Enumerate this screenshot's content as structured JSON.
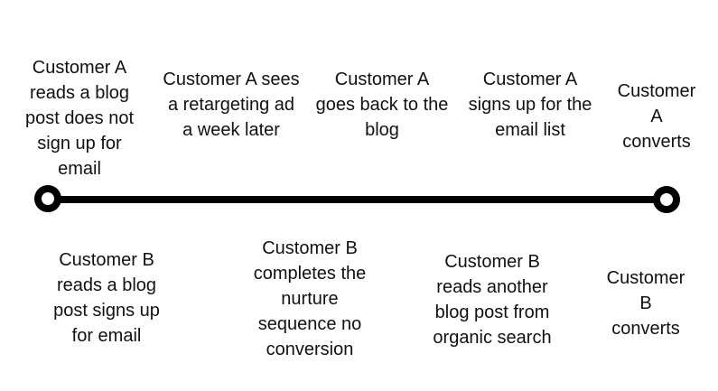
{
  "diagram": {
    "colors": {
      "background": "#ffffff",
      "line": "#000000",
      "text": "#111111"
    },
    "timeline": {
      "top_events": [
        {
          "label": "Customer A\nreads a blog\npost does not\nsign up for\nemail"
        },
        {
          "label": "Customer A sees\na retargeting ad\na week later"
        },
        {
          "label": "Customer A\ngoes back to the\nblog"
        },
        {
          "label": "Customer A\nsigns up for the\nemail list"
        },
        {
          "label": "Customer  A\nconverts"
        }
      ],
      "bottom_events": [
        {
          "label": "Customer B\nreads a blog\npost signs up\nfor email"
        },
        {
          "label": "Customer B\ncompletes the\nnurture\nsequence no\nconversion"
        },
        {
          "label": "Customer B\nreads another\nblog post from\norganic search"
        },
        {
          "label": "Customer B\nconverts"
        }
      ]
    }
  }
}
